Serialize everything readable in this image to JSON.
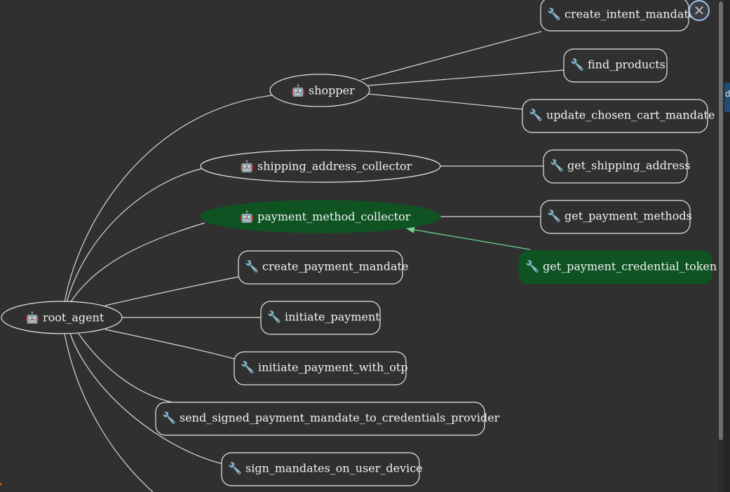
{
  "root": {
    "label": "root_agent",
    "icon": "robot-icon"
  },
  "agents": [
    {
      "label": "shopper",
      "icon": "robot-icon",
      "selected": false
    },
    {
      "label": "shipping_address_collector",
      "icon": "robot-icon",
      "selected": false
    },
    {
      "label": "payment_method_collector",
      "icon": "robot-icon",
      "selected": true
    }
  ],
  "tools": [
    {
      "label": "create_intent_mandate",
      "icon": "wrench-icon",
      "parent": "shopper",
      "selected": false
    },
    {
      "label": "find_products",
      "icon": "wrench-icon",
      "parent": "shopper",
      "selected": false
    },
    {
      "label": "update_chosen_cart_mandate",
      "icon": "wrench-icon",
      "parent": "shopper",
      "selected": false
    },
    {
      "label": "get_shipping_address",
      "icon": "wrench-icon",
      "parent": "shipping_address_collector",
      "selected": false
    },
    {
      "label": "get_payment_methods",
      "icon": "wrench-icon",
      "parent": "payment_method_collector",
      "selected": false
    },
    {
      "label": "get_payment_credential_token",
      "icon": "wrench-icon",
      "parent": "payment_method_collector",
      "selected": true
    },
    {
      "label": "create_payment_mandate",
      "icon": "wrench-icon",
      "parent": "root_agent",
      "selected": false
    },
    {
      "label": "initiate_payment",
      "icon": "wrench-icon",
      "parent": "root_agent",
      "selected": false
    },
    {
      "label": "initiate_payment_with_otp",
      "icon": "wrench-icon",
      "parent": "root_agent",
      "selected": false
    },
    {
      "label": "send_signed_payment_mandate_to_credentials_provider",
      "icon": "wrench-icon",
      "parent": "root_agent",
      "selected": false
    },
    {
      "label": "sign_mandates_on_user_device",
      "icon": "wrench-icon",
      "parent": "root_agent",
      "selected": false
    }
  ],
  "icons": {
    "agent": "🤖",
    "tool": "🔧"
  },
  "close_button": {
    "icon": "close-icon",
    "glyph": "✕"
  },
  "gutter": {
    "letter": "d"
  },
  "colors": {
    "background": "#303031",
    "selected_fill": "#0f5323",
    "highlight_edge": "#6fd48f",
    "edge": "#d9d9d9"
  }
}
